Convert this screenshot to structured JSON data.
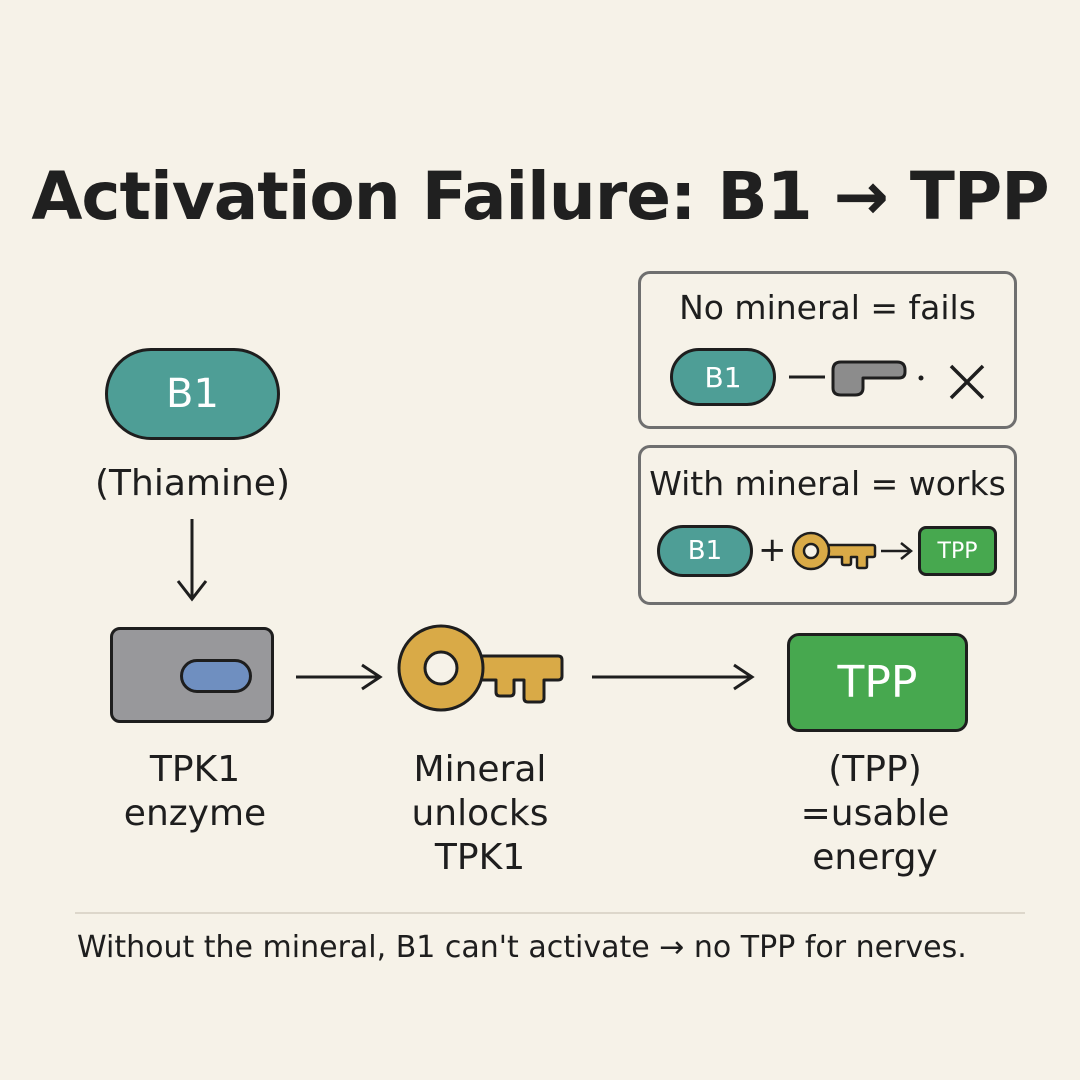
{
  "title": "Activation Failure: B1 → TPP",
  "main": {
    "b1_label": "B1",
    "thiamine_label": "(Thiamine)",
    "enzyme_label_line1": "TPK1",
    "enzyme_label_line2": "enzyme",
    "mineral_label_line1": "Mineral",
    "mineral_label_line2": "unlocks",
    "mineral_label_line3": "TPK1",
    "tpp_box_label": "TPP",
    "tpp_label_line1": "(TPP)",
    "tpp_label_line2": "=usable",
    "tpp_label_line3": "energy"
  },
  "panel_fail": {
    "title": "No mineral = fails",
    "b1_label": "B1"
  },
  "panel_works": {
    "title": "With mineral = works",
    "b1_label": "B1",
    "plus": "+",
    "tpp_label": "TPP"
  },
  "caption": "Without the mineral, B1 can't activate → no TPP for nerves.",
  "colors": {
    "background": "#f6f2e8",
    "b1_teal": "#4e9e96",
    "enzyme_gray": "#98989b",
    "enzyme_site_blue": "#6f8fc0",
    "key_gold": "#d9aa47",
    "tpp_green": "#47a84f",
    "broken_key_gray": "#8c8c8c"
  },
  "icons": [
    "down-arrow-icon",
    "right-arrow-icon",
    "key-icon",
    "broken-key-icon",
    "x-icon"
  ]
}
